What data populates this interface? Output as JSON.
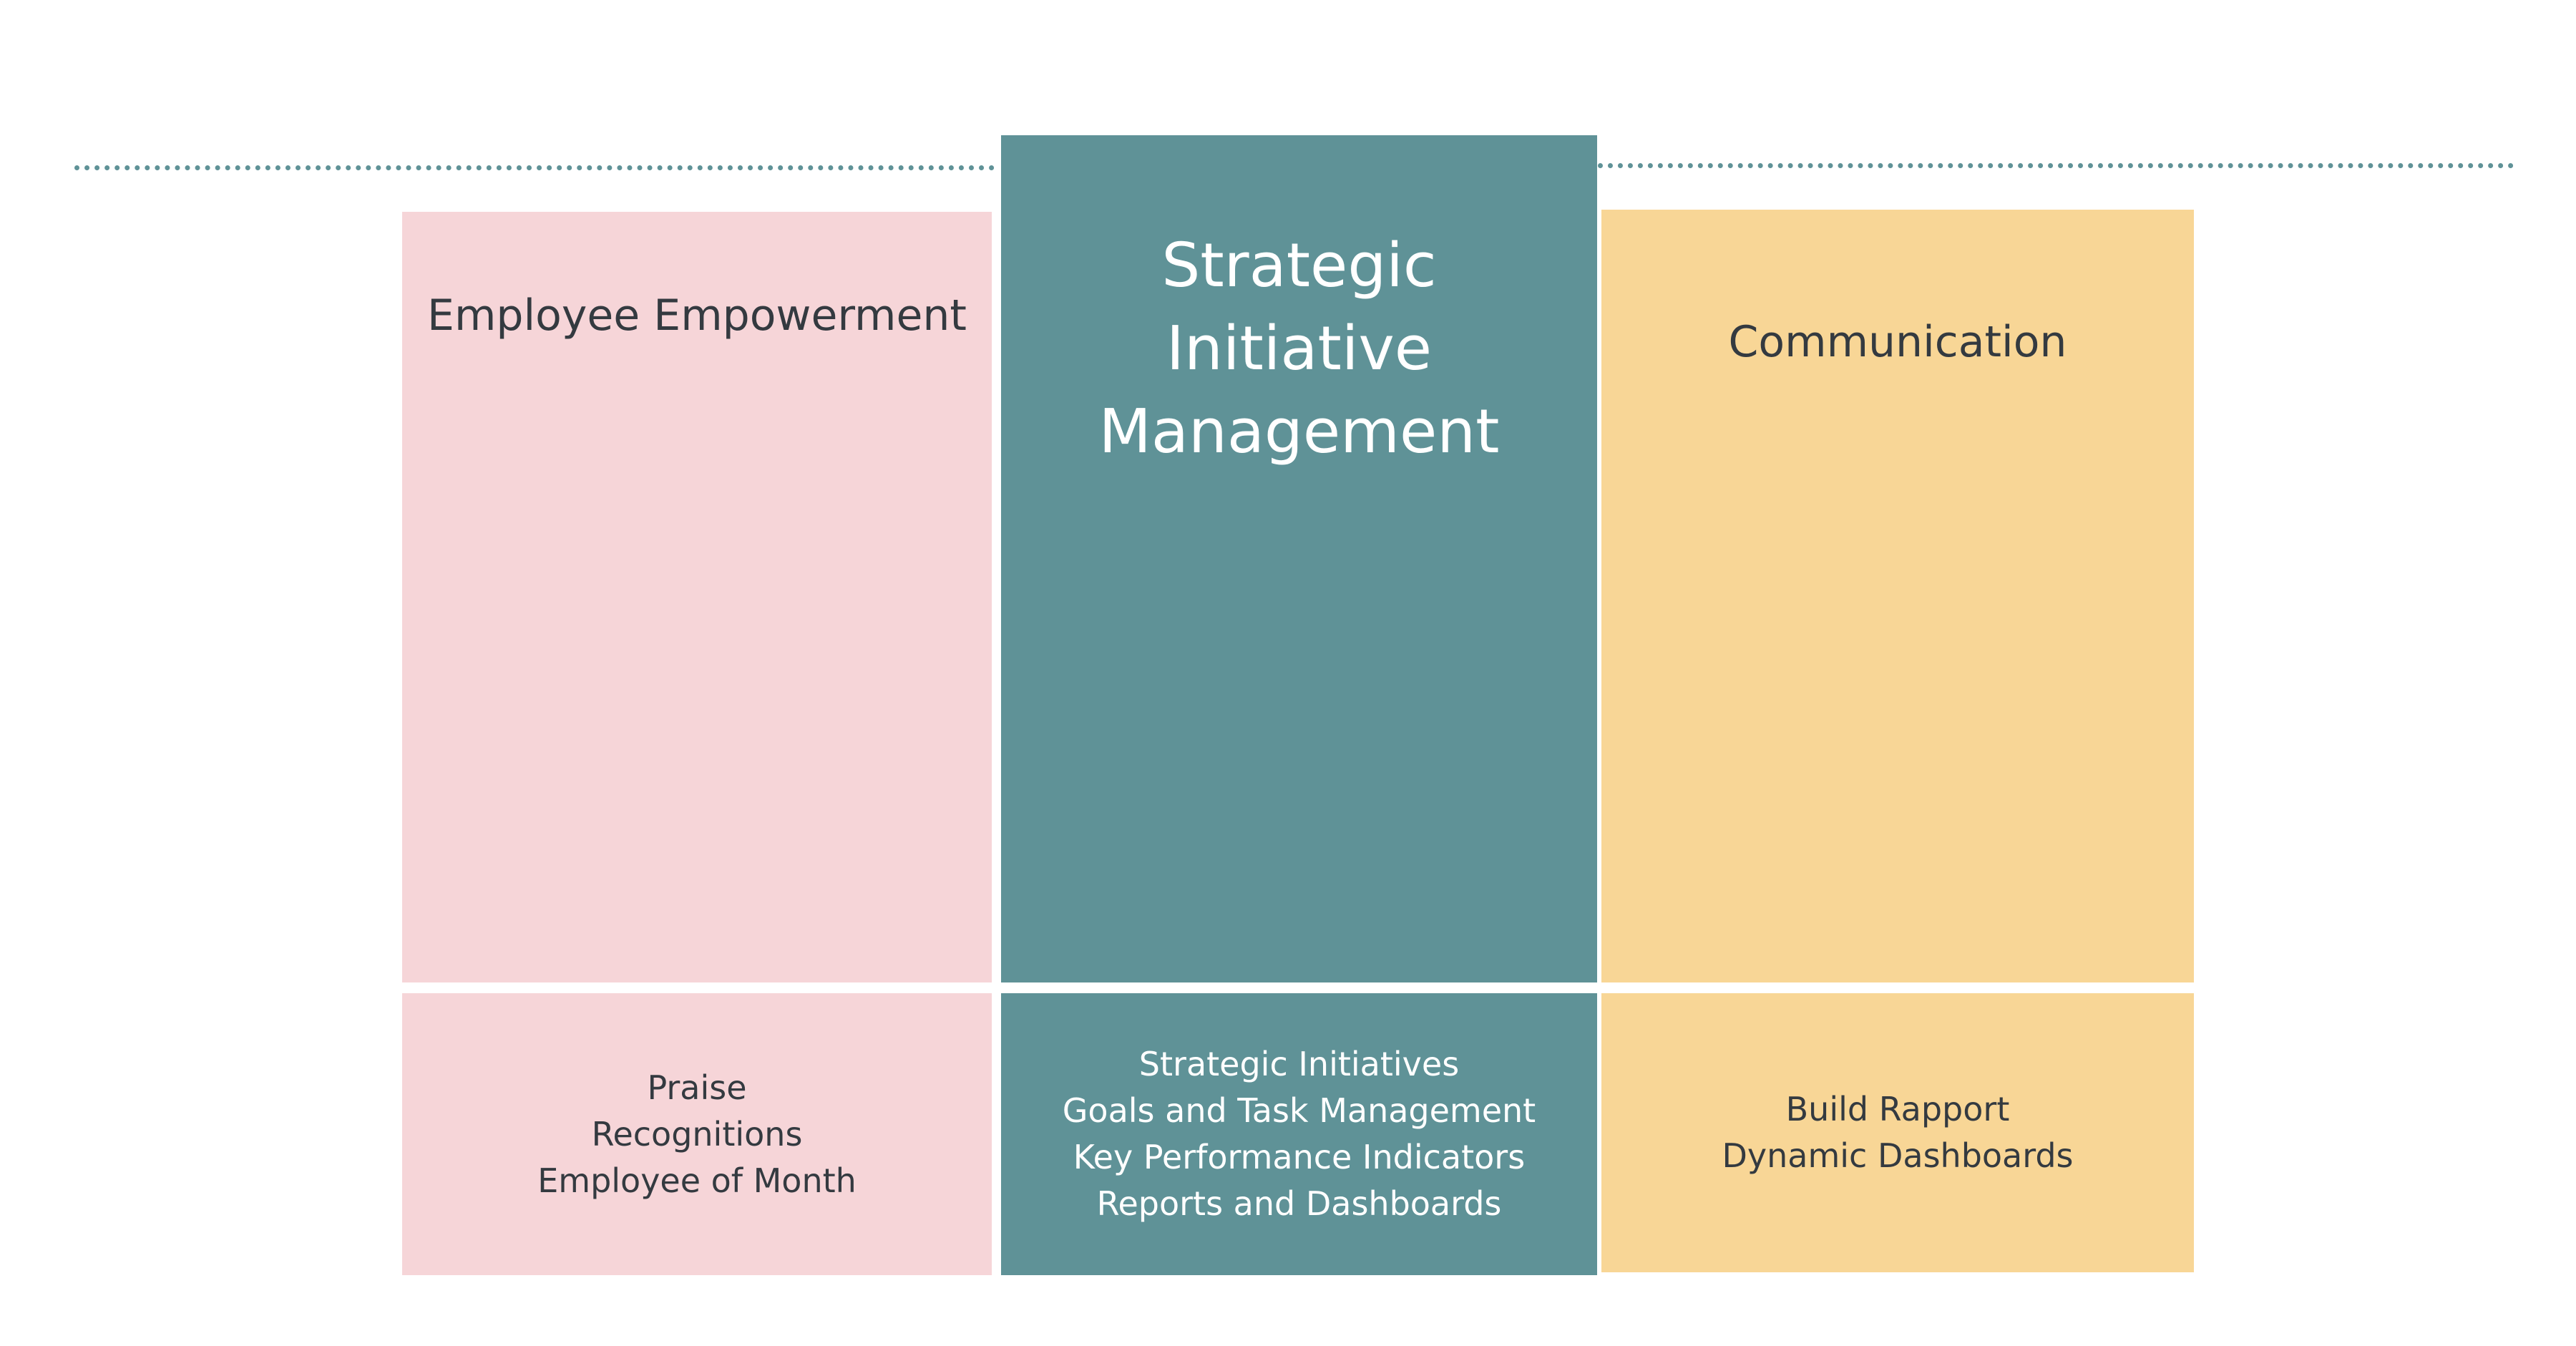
{
  "colors": {
    "pink": "#f6d5d8",
    "teal": "#5f9297",
    "yellow": "#f8d696",
    "dark_text": "#343a40",
    "light_text": "#ffffff"
  },
  "columns": [
    {
      "title": "Employee Empowerment",
      "items": [
        "Praise",
        "Recognitions",
        "Employee of Month"
      ]
    },
    {
      "title_lines": [
        "Strategic",
        "Initiative",
        "Management"
      ],
      "items": [
        "Strategic Initiatives",
        "Goals and Task Management",
        "Key Performance Indicators",
        "Reports and Dashboards"
      ]
    },
    {
      "title": "Communication",
      "items": [
        "Build Rapport",
        "Dynamic Dashboards"
      ]
    }
  ]
}
